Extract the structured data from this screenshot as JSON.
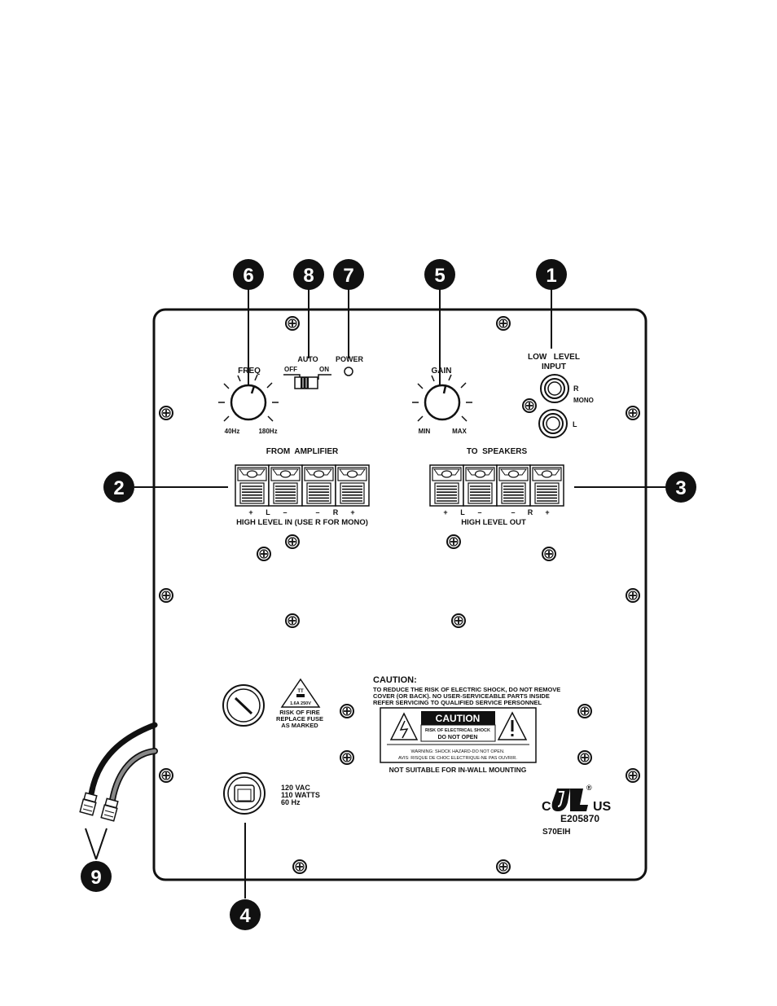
{
  "callouts": {
    "c1": "1",
    "c2": "2",
    "c3": "3",
    "c4": "4",
    "c5": "5",
    "c6": "6",
    "c7": "7",
    "c8": "8",
    "c9": "9"
  },
  "freq": {
    "label": "FREQ",
    "min_label": "40Hz",
    "max_label": "180Hz"
  },
  "auto": {
    "label": "AUTO",
    "off": "OFF",
    "on": "ON"
  },
  "power": {
    "label": "POWER"
  },
  "gain": {
    "label": "GAIN",
    "min_label": "MIN",
    "max_label": "MAX"
  },
  "low_level": {
    "label_line1": "LOW   LEVEL",
    "label_line2": "INPUT",
    "r": "R",
    "mono": "MONO",
    "l": "L"
  },
  "from_amp": {
    "title": "FROM  AMPLIFIER",
    "terminals": [
      "+",
      "L",
      "–",
      "–",
      "R",
      "+"
    ],
    "caption": "HIGH LEVEL IN (USE R FOR MONO)"
  },
  "to_speakers": {
    "title": "TO  SPEAKERS",
    "terminals": [
      "+",
      "L",
      "–",
      "–",
      "R",
      "+"
    ],
    "caption": "HIGH LEVEL OUT"
  },
  "fuse": {
    "symbol_tt": "TT",
    "rating": "1.6A 250V",
    "line1": "RISK OF FIRE",
    "line2": "REPLACE FUSE",
    "line3": "AS MARKED"
  },
  "power_inlet": {
    "line1": "120 VAC",
    "line2": "110 WATTS",
    "line3": "60 Hz"
  },
  "caution_text": {
    "title": "CAUTION:",
    "line1": "TO REDUCE THE RISK OF ELECTRIC SHOCK, DO NOT REMOVE",
    "line2": "COVER (OR BACK). NO USER-SERVICEABLE PARTS INSIDE",
    "line3": "REFER SERVICING TO QUALIFIED SERVICE PERSONNEL"
  },
  "caution_box": {
    "header": "CAUTION",
    "sub1": "RISK OF ELECTRICAL SHOCK",
    "sub2": "DO NOT OPEN",
    "warn1": "WARNING: SHOCK HAZARD-DO NOT OPEN.",
    "warn2": "AVIS: RISQUE DE CHOC ELECTRIQUE-NE PAS OUVRIR."
  },
  "in_wall": "NOT SUITABLE FOR IN-WALL MOUNTING",
  "cert": {
    "c": "C",
    "us": "US",
    "reg": "®",
    "file": "E205870",
    "model": "S70EIH"
  }
}
